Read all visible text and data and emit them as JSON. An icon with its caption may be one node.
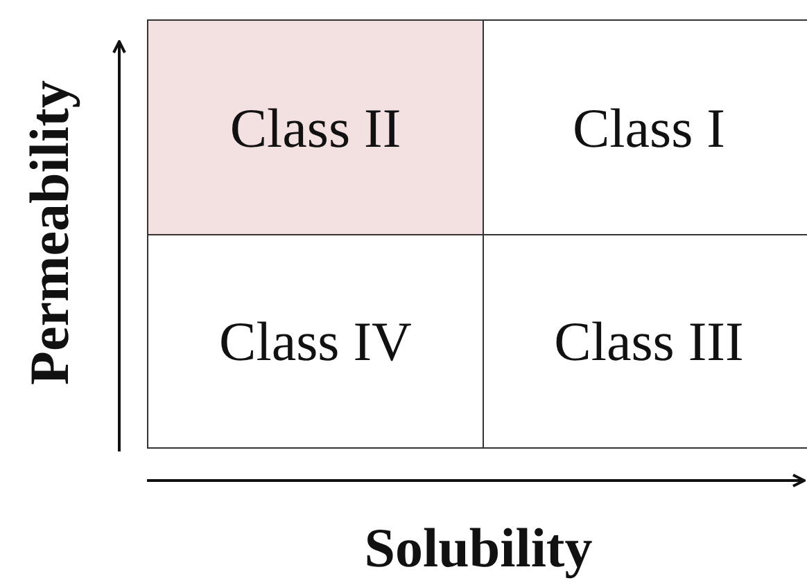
{
  "diagram": {
    "nodes": [
      {
        "text": [
          "Class II"
        ]
      },
      {
        "text": [
          "Class I"
        ]
      },
      {
        "text": [
          "Class IV"
        ]
      },
      {
        "text": [
          "Class III"
        ]
      }
    ],
    "labels": [
      "Permeability",
      "Solubility"
    ]
  }
}
